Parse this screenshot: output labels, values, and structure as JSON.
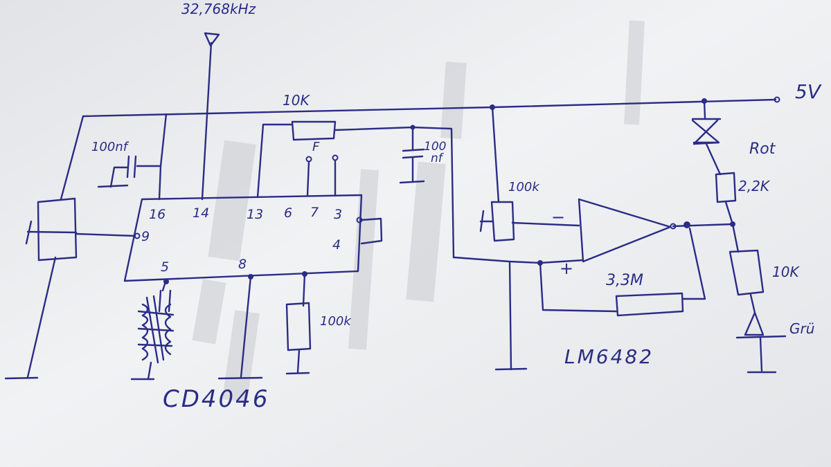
{
  "labels": {
    "frequency": "32,768kHz",
    "supply": "5V",
    "r_top": "10K",
    "c_left": "100nf",
    "c_mid_1": "100",
    "c_mid_2": "nf",
    "pot_letter": "F",
    "pin16": "16",
    "pin14": "14",
    "pin13": "13",
    "pin6": "6",
    "pin7": "7",
    "pin3": "3",
    "pin4": "4",
    "pin9": "9",
    "pin5": "5",
    "pin8": "8",
    "r_100k_pin8": "100k",
    "pot_100k": "100k",
    "opamp_minus": "−",
    "opamp_plus": "+",
    "r_feedback": "3,3M",
    "opamp_name": "LM6482",
    "ic_name": "CD4046",
    "led_red": "Rot",
    "r_2k2": "2,2K",
    "r_10k_right": "10K",
    "led_green": "Grü"
  },
  "colors": {
    "ink": "#2a2c86",
    "paper": "#eceef0",
    "bleed": "#b7b8bd"
  }
}
